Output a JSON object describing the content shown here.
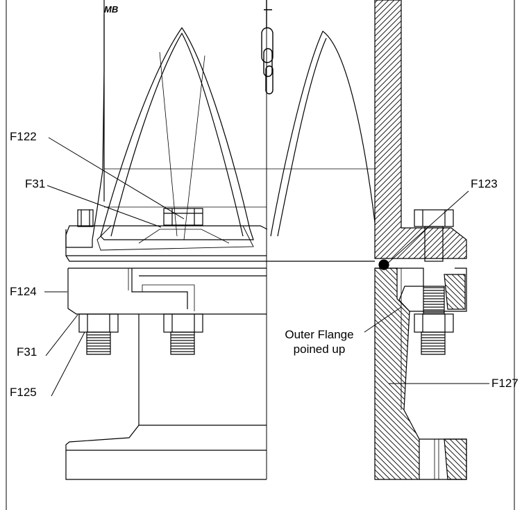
{
  "labels": {
    "f122": "F122",
    "f31_top": "F31",
    "f123": "F123",
    "f124": "F124",
    "f31_bottom": "F31",
    "f125": "F125",
    "f127": "F127",
    "outer_flange_line1": "Outer Flange",
    "outer_flange_line2": "poined up"
  },
  "logo_text": "MB",
  "colors": {
    "line": "#000000",
    "background": "#ffffff"
  }
}
